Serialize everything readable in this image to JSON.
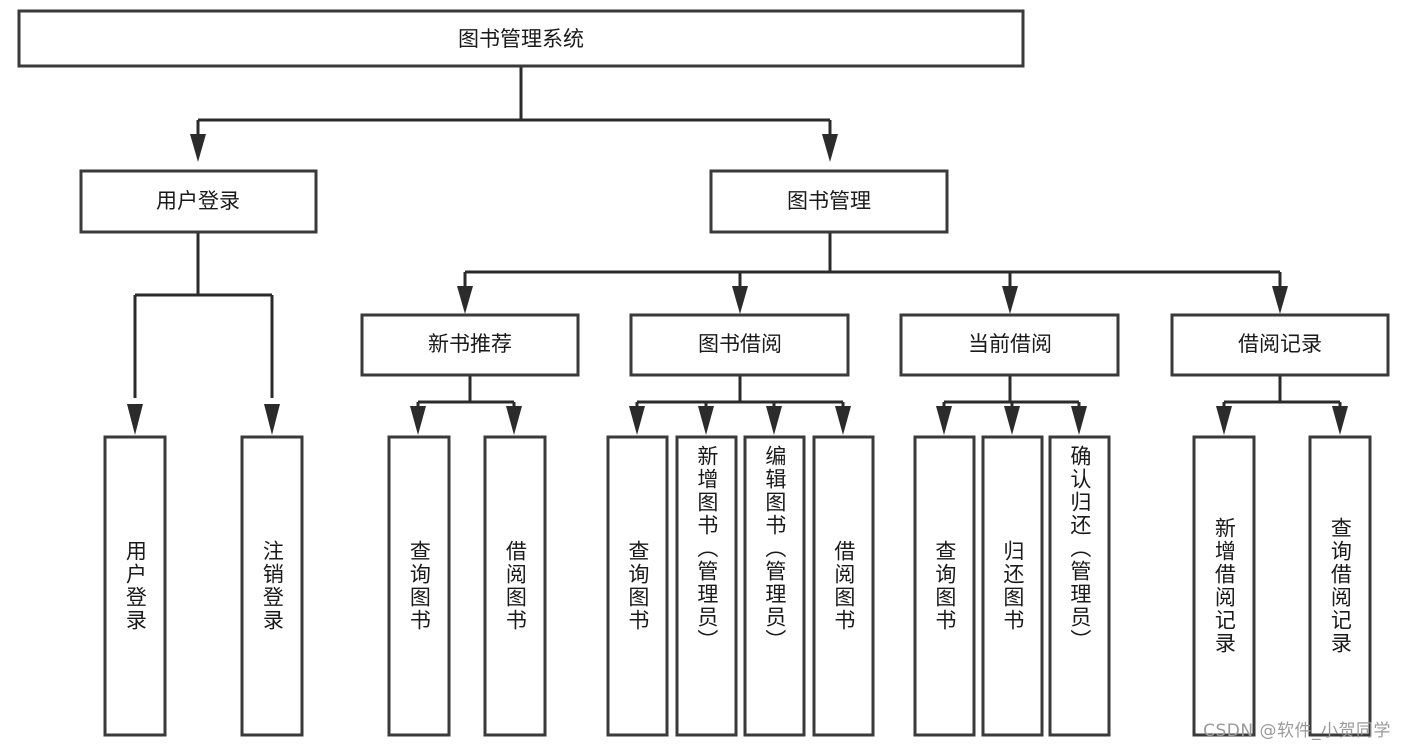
{
  "diagram": {
    "title": "图书管理系统",
    "type": "hierarchy-tree",
    "root": {
      "label": "图书管理系统",
      "id": "root"
    },
    "level2": [
      {
        "id": "user-login",
        "label": "用户登录"
      },
      {
        "id": "book-manage",
        "label": "图书管理"
      }
    ],
    "level3": [
      {
        "id": "new-book-rec",
        "label": "新书推荐",
        "parent": "book-manage"
      },
      {
        "id": "book-borrow",
        "label": "图书借阅",
        "parent": "book-manage"
      },
      {
        "id": "current-borrow",
        "label": "当前借阅",
        "parent": "book-manage"
      },
      {
        "id": "borrow-record",
        "label": "借阅记录",
        "parent": "book-manage"
      }
    ],
    "leaves": [
      {
        "id": "leaf-user-login",
        "label": "用户登录",
        "parent": "user-login"
      },
      {
        "id": "leaf-logout-login",
        "label": "注销登录",
        "parent": "user-login"
      },
      {
        "id": "leaf-query-book-1",
        "label": "查询图书",
        "parent": "new-book-rec"
      },
      {
        "id": "leaf-borrow-book-1",
        "label": "借阅图书",
        "parent": "new-book-rec"
      },
      {
        "id": "leaf-query-book-2",
        "label": "查询图书",
        "parent": "book-borrow"
      },
      {
        "id": "leaf-add-book",
        "label": "新增图书（管理员）",
        "parent": "book-borrow"
      },
      {
        "id": "leaf-edit-book",
        "label": "编辑图书（管理员）",
        "parent": "book-borrow"
      },
      {
        "id": "leaf-borrow-book-2",
        "label": "借阅图书",
        "parent": "book-borrow"
      },
      {
        "id": "leaf-query-book-3",
        "label": "查询图书",
        "parent": "current-borrow"
      },
      {
        "id": "leaf-return-book",
        "label": "归还图书",
        "parent": "current-borrow"
      },
      {
        "id": "leaf-confirm-return",
        "label": "确认归还（管理员）",
        "parent": "current-borrow"
      },
      {
        "id": "leaf-add-record",
        "label": "新增借阅记录",
        "parent": "borrow-record"
      },
      {
        "id": "leaf-query-record",
        "label": "查询借阅记录",
        "parent": "borrow-record"
      }
    ],
    "colors": {
      "box_stroke": "#3a3a3a",
      "connector": "#2b2b2b",
      "text": "#1a1a1a",
      "background": "#ffffff",
      "watermark": "#9a9a9a"
    }
  },
  "watermark": {
    "text": "CSDN @软件_小贺同学"
  }
}
